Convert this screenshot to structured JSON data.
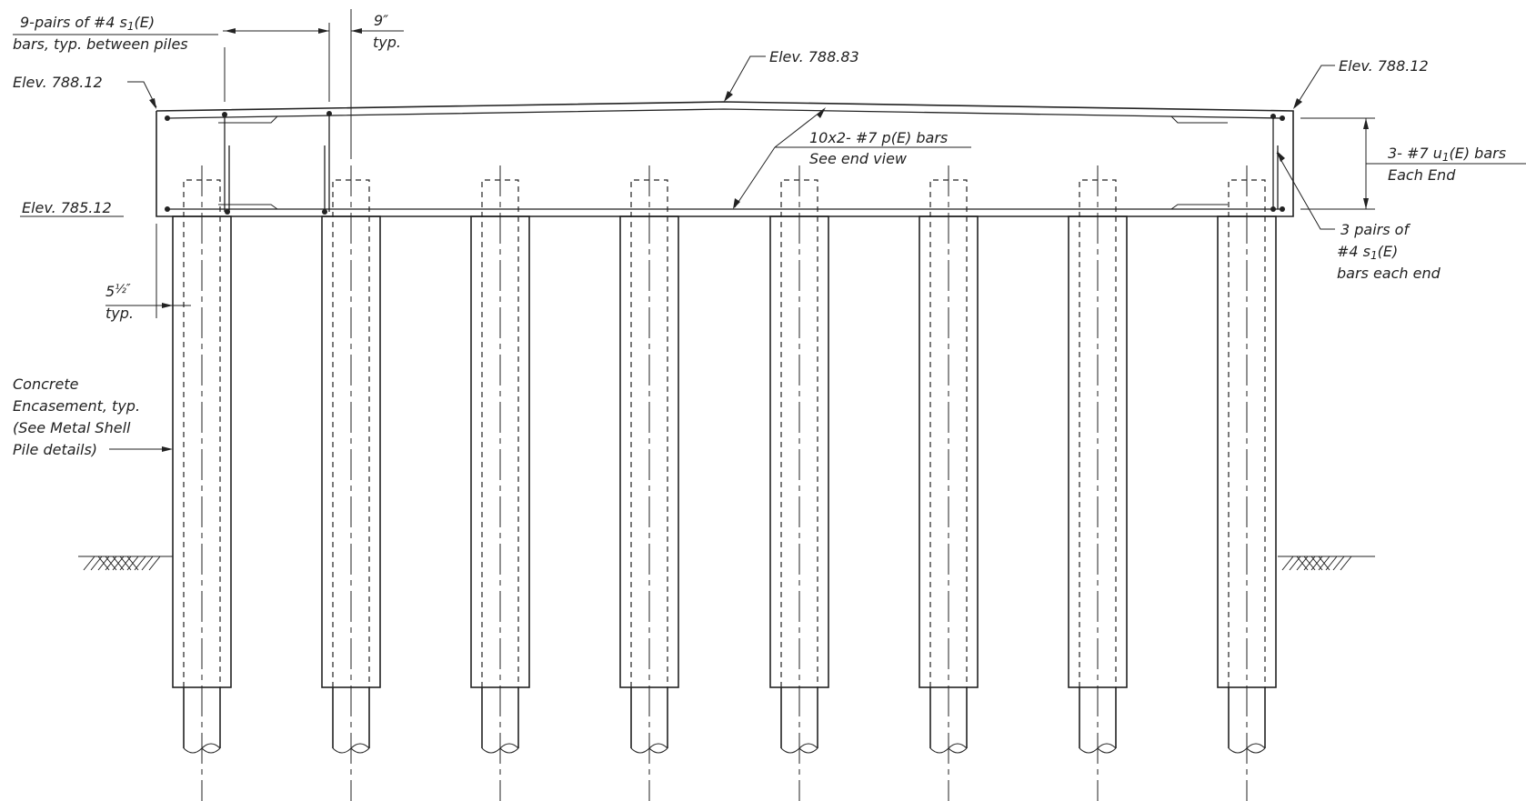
{
  "labels": {
    "s1_pairs_line1": "9-pairs of #4 s",
    "s1_pairs_sub": "1",
    "s1_pairs_tail": "(E)",
    "s1_pairs_line2": "bars, typ. between piles",
    "spacing_value": "9″",
    "spacing_typ": "typ.",
    "elev_left_top": "Elev. 788.12",
    "elev_crown": "Elev. 788.83",
    "elev_right_top": "Elev. 788.12",
    "p_bars_line1": "10x2- #7 p(E) bars",
    "p_bars_line2": "See end view",
    "u1_bars_line1": "3- #7 u",
    "u1_bars_sub": "1",
    "u1_bars_tail": "(E) bars",
    "u1_bars_line2": "Each End",
    "elev_bottom": "Elev. 785.12",
    "s1_end_line1": "3 pairs of",
    "s1_end_line2": "#4 s",
    "s1_end_sub": "1",
    "s1_end_tail": "(E)",
    "s1_end_line3": "bars each end",
    "encase_dim_whole": "5",
    "encase_dim_frac": "½″",
    "encase_dim_typ": "typ.",
    "encasement_line1": "Concrete",
    "encasement_line2": "Encasement, typ.",
    "encasement_line3": "(See Metal Shell",
    "encasement_line4": "Pile details)"
  },
  "piles": {
    "count": 8
  }
}
